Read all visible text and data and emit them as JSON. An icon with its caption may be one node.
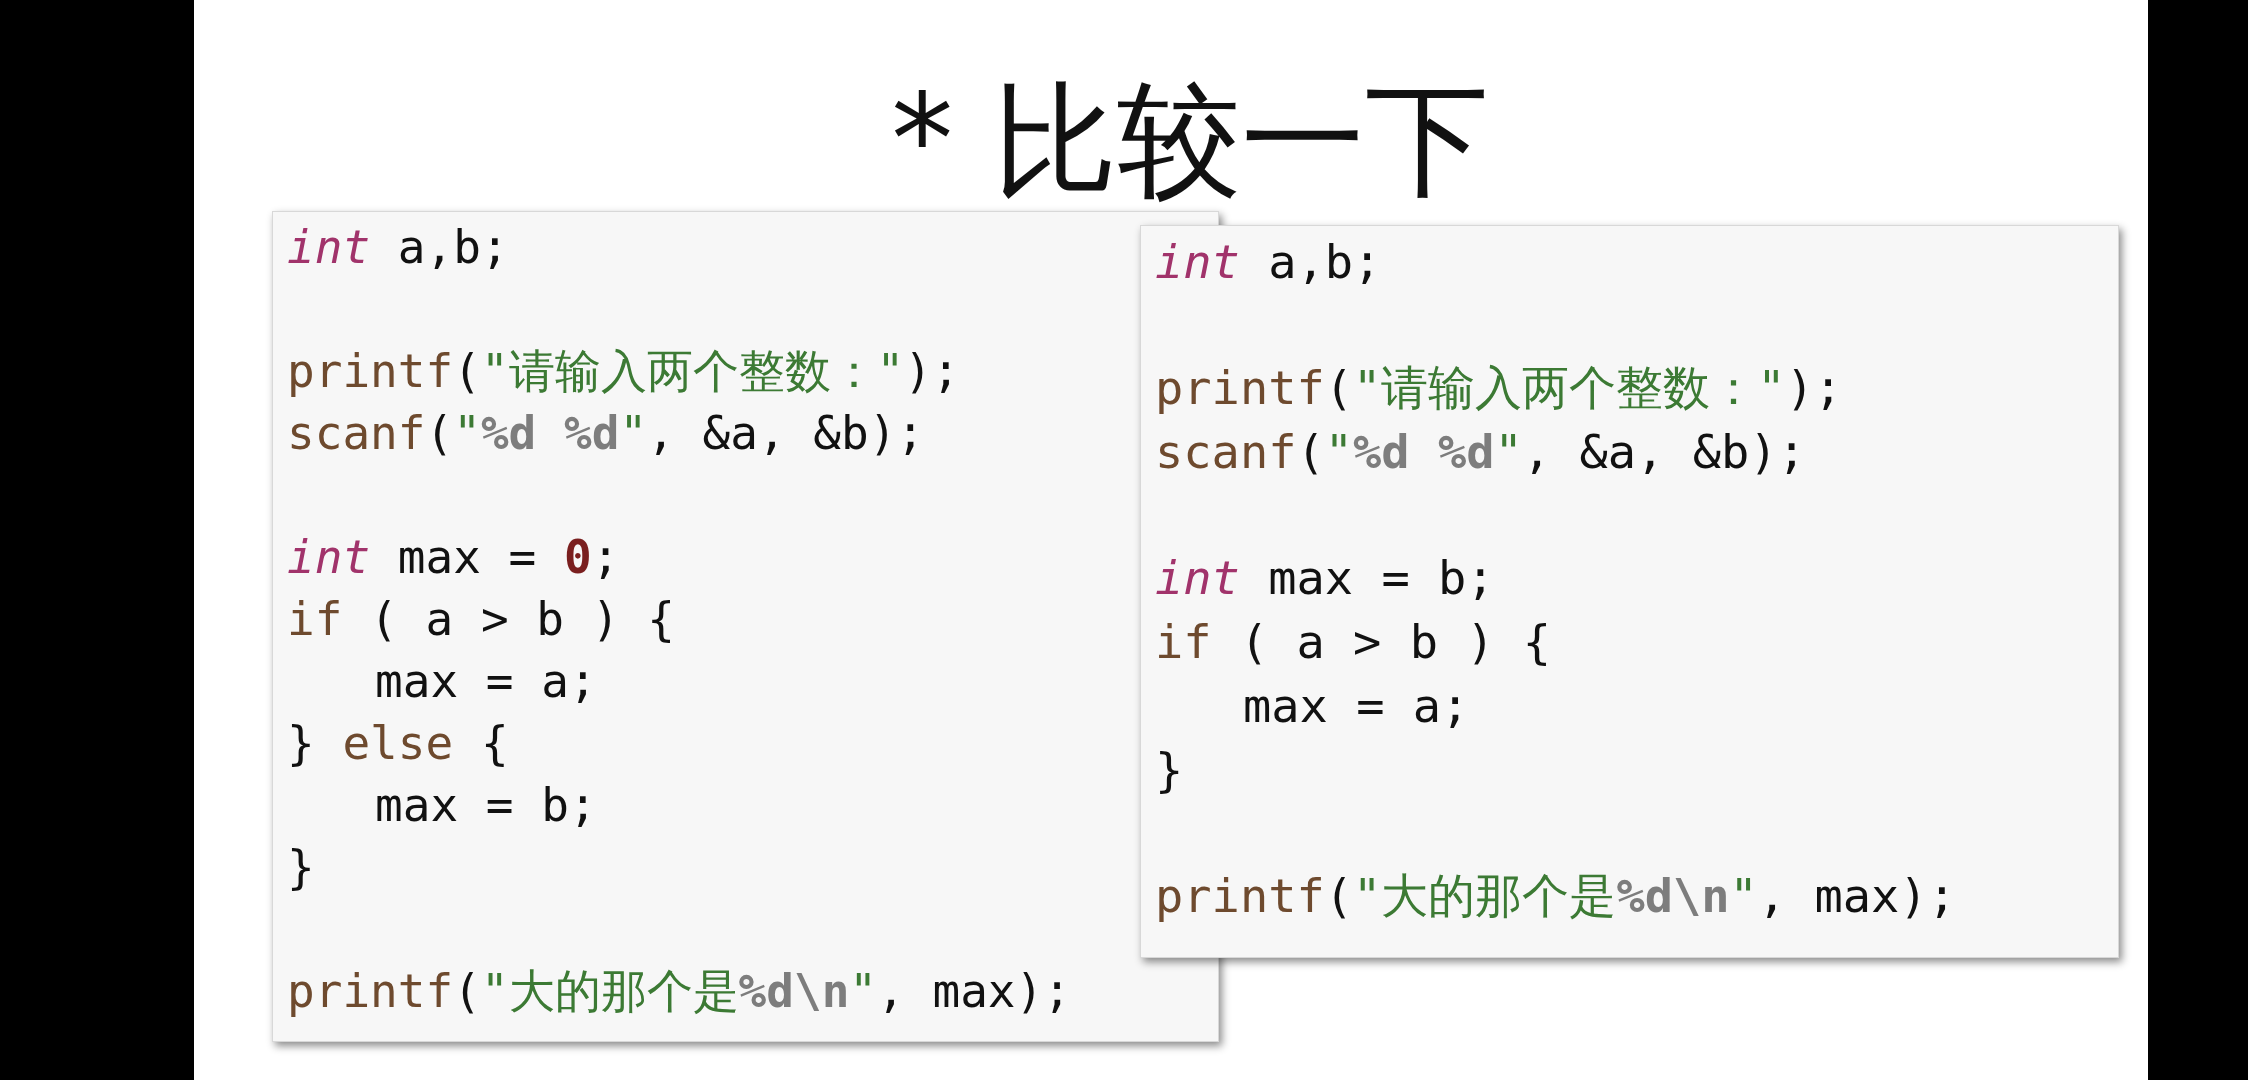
{
  "diagram": {
    "title": "* 比较一下",
    "nodes": [
      {
        "text": [
          "int a,b;",
          "printf(\"请输入两个整数：\");",
          "scanf(\"%d %d\", &a, &b);",
          "int max = 0;",
          "if ( a > b ) {",
          "max = a;",
          "} else {",
          "max = b;",
          "}",
          "printf(\"大的那个是%d\\n\", max);"
        ]
      },
      {
        "text": [
          "int a,b;",
          "printf(\"请输入两个整数：\");",
          "scanf(\"%d %d\", &a, &b);",
          "int max = b;",
          "if ( a > b ) {",
          "max = a;",
          "}",
          "printf(\"大的那个是%d\\n\", max);"
        ]
      }
    ]
  }
}
